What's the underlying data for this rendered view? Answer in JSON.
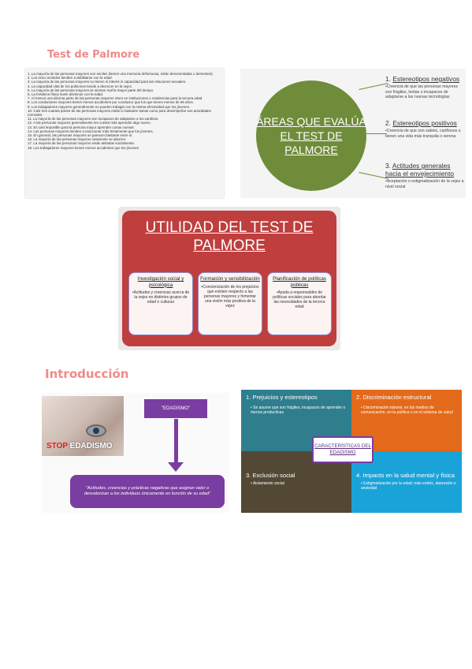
{
  "headings": {
    "test": "Test de Palmore",
    "intro": "Introducción"
  },
  "palmore_items": [
    "1. La mayoría de las personas mayores son seniles (tienen una memoria defectuosa, están desorientadas o dementes).",
    "2. Los cinco sentidos tienden a debilitarse con la edad.",
    "3. La mayoría de las personas mayores no tienen ni interés ni capacidad para las relaciones sexuales.",
    "4. La capacidad vital de los pulmones tiende a decrecer en la vejez.",
    "5. La mayoría de las personas mayores se sienten mal la mayor parte del tiempo.",
    "6. La fortaleza física suele disminuir con la edad.",
    "7. Al menos una décima parte de las personas mayores viven en instituciones o residencias para la tercera edad",
    "8. Los conductores mayores tienen menos accidentes por conductor que los que tienen menos de 65 años.",
    "9. Los trabajadores mayores generalmente no pueden trabajar con la misma efectividad que los jóvenes.",
    "10. Casi tres cuartas partes de las personas mayores están lo bastante sanas como para desempeñar sus actividades normales.",
    "11. La mayoría de las personas mayores son incapaces de adaptarse a los cambios.",
    "12. A las personas mayores generalmente les cuesta más aprender algo nuevo.",
    "13. Es casi imposible para la persona mayor aprender cosas nuevas",
    "14. Las personas mayores tienden a reaccionar más lentamente que los jóvenes.",
    "15. En general, las personas mayores se parecen bastante entre sí.",
    "16. La mayoría de las personas mayores raramente se aburren.",
    "17. La mayoría de las personas mayores están aisladas socialmente.",
    "18. Los trabajadores mayores tienen menos accidentes que los jóvenes"
  ],
  "areas": {
    "center": "ÁREAS QUE EVALÚA EL TEST DE PALMORE",
    "items": [
      {
        "num": "1.",
        "title": "Estereotipos negativos",
        "desc": "•Creencia de que las personas mayores son frágiles, lentas o incapaces de adaptarse a las nuevas tecnologías"
      },
      {
        "num": "2.",
        "title": "Estereotipos positivos",
        "desc": "•Creencia de que son sabios, cariñosos o tienen una vida más tranquila o serena"
      },
      {
        "num": "3.",
        "title": "Actitudes generales hacia el envejecimiento",
        "desc": "•Aceptación o estigmatización de la vejez a nivel social"
      }
    ]
  },
  "utilidad": {
    "title": "UTILIDAD DEL TEST DE PALMORE",
    "cards": [
      {
        "title": "Investigación social y psicológica",
        "desc": "•Actitudes y creencias acerca de la vejez en distintos grupos de edad o culturas"
      },
      {
        "title": "Formación y sensibilización",
        "desc": "•Concienciación de los prejuicios que existen respecto a las personas mayores y fomentar una visión más positiva de la vejez"
      },
      {
        "title": "Planificación de políticas públicas",
        "desc": "•Ayuda a responsables de políticas sociales para abordar las necesidades de la tercera edad"
      }
    ]
  },
  "edadismo": {
    "stop_a": "STOP",
    "stop_b": "EDADISMO",
    "term": "\"EDADISMO\"",
    "definition": "\"Actitudes, creencias y prácticas negativas que asignan valor o desvalorizan a los individuos únicamente en función de su edad\""
  },
  "caracteristicas": {
    "center": "CARACTERÍSTICAS DEL EDADISMO",
    "quadrants": [
      {
        "title": "1. Prejuicios y estereotipos",
        "desc": "• Se asume que son frágiles, incapaces de aprender o menos productivas"
      },
      {
        "title": "2. Discriminación estructural",
        "desc": "• Discriminación laboral, en los medios de comunicación, en la política o en el sistema de salud"
      },
      {
        "title": "3. Exclusión social",
        "desc": "• Aislamiento social"
      },
      {
        "title": "4. Impacto en la salud mental y física",
        "desc": "• Estigmatización por la edad: más estrés, depresión o ansiedad"
      }
    ]
  },
  "colors": {
    "heading": "#f08a8a",
    "green": "#6f8c3a",
    "red": "#bf3e3e",
    "purple": "#7a3da1",
    "teal": "#2f7e8e",
    "orange": "#e46a1b",
    "brown": "#524834",
    "blue": "#1aa3d9"
  }
}
